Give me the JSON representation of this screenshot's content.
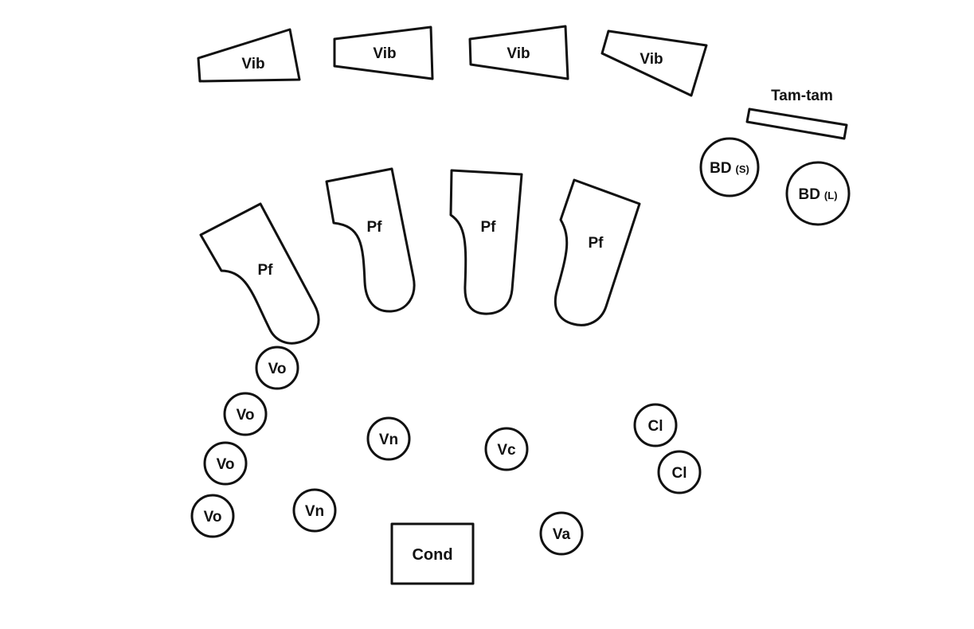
{
  "diagram": {
    "vibraphones": [
      "Vib",
      "Vib",
      "Vib",
      "Vib"
    ],
    "tamtam": {
      "label": "Tam-tam"
    },
    "bass_drums": [
      {
        "label": "BD",
        "qualifier": "(S)"
      },
      {
        "label": "BD",
        "qualifier": "(L)"
      }
    ],
    "pianos": [
      "Pf",
      "Pf",
      "Pf",
      "Pf"
    ],
    "voices": [
      "Vo",
      "Vo",
      "Vo",
      "Vo"
    ],
    "violins": [
      "Vn",
      "Vn"
    ],
    "cello": "Vc",
    "viola": "Va",
    "clarinets": [
      "Cl",
      "Cl"
    ],
    "conductor": "Cond"
  },
  "colors": {
    "line": "#111111",
    "fill": "#ffffff",
    "background": "#ffffff"
  }
}
